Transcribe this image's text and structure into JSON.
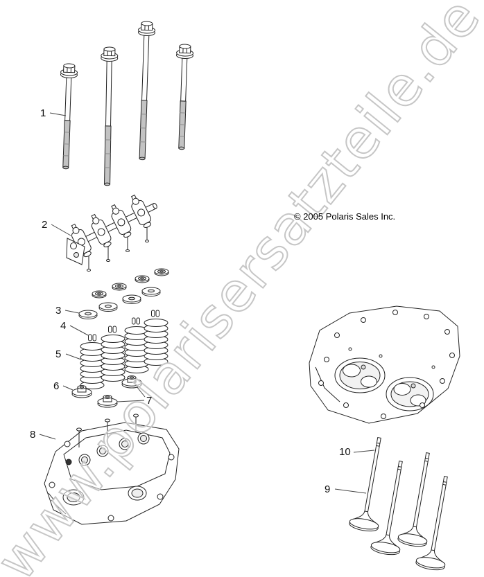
{
  "watermark": {
    "text": "www.polarisersatzteile.de"
  },
  "copyright": "© 2005 Polaris Sales Inc.",
  "callouts": [
    {
      "label": "1"
    },
    {
      "label": "2"
    },
    {
      "label": "3"
    },
    {
      "label": "4"
    },
    {
      "label": "5"
    },
    {
      "label": "6"
    },
    {
      "label": "7"
    },
    {
      "label": "8"
    },
    {
      "label": "9"
    },
    {
      "label": "10"
    }
  ]
}
